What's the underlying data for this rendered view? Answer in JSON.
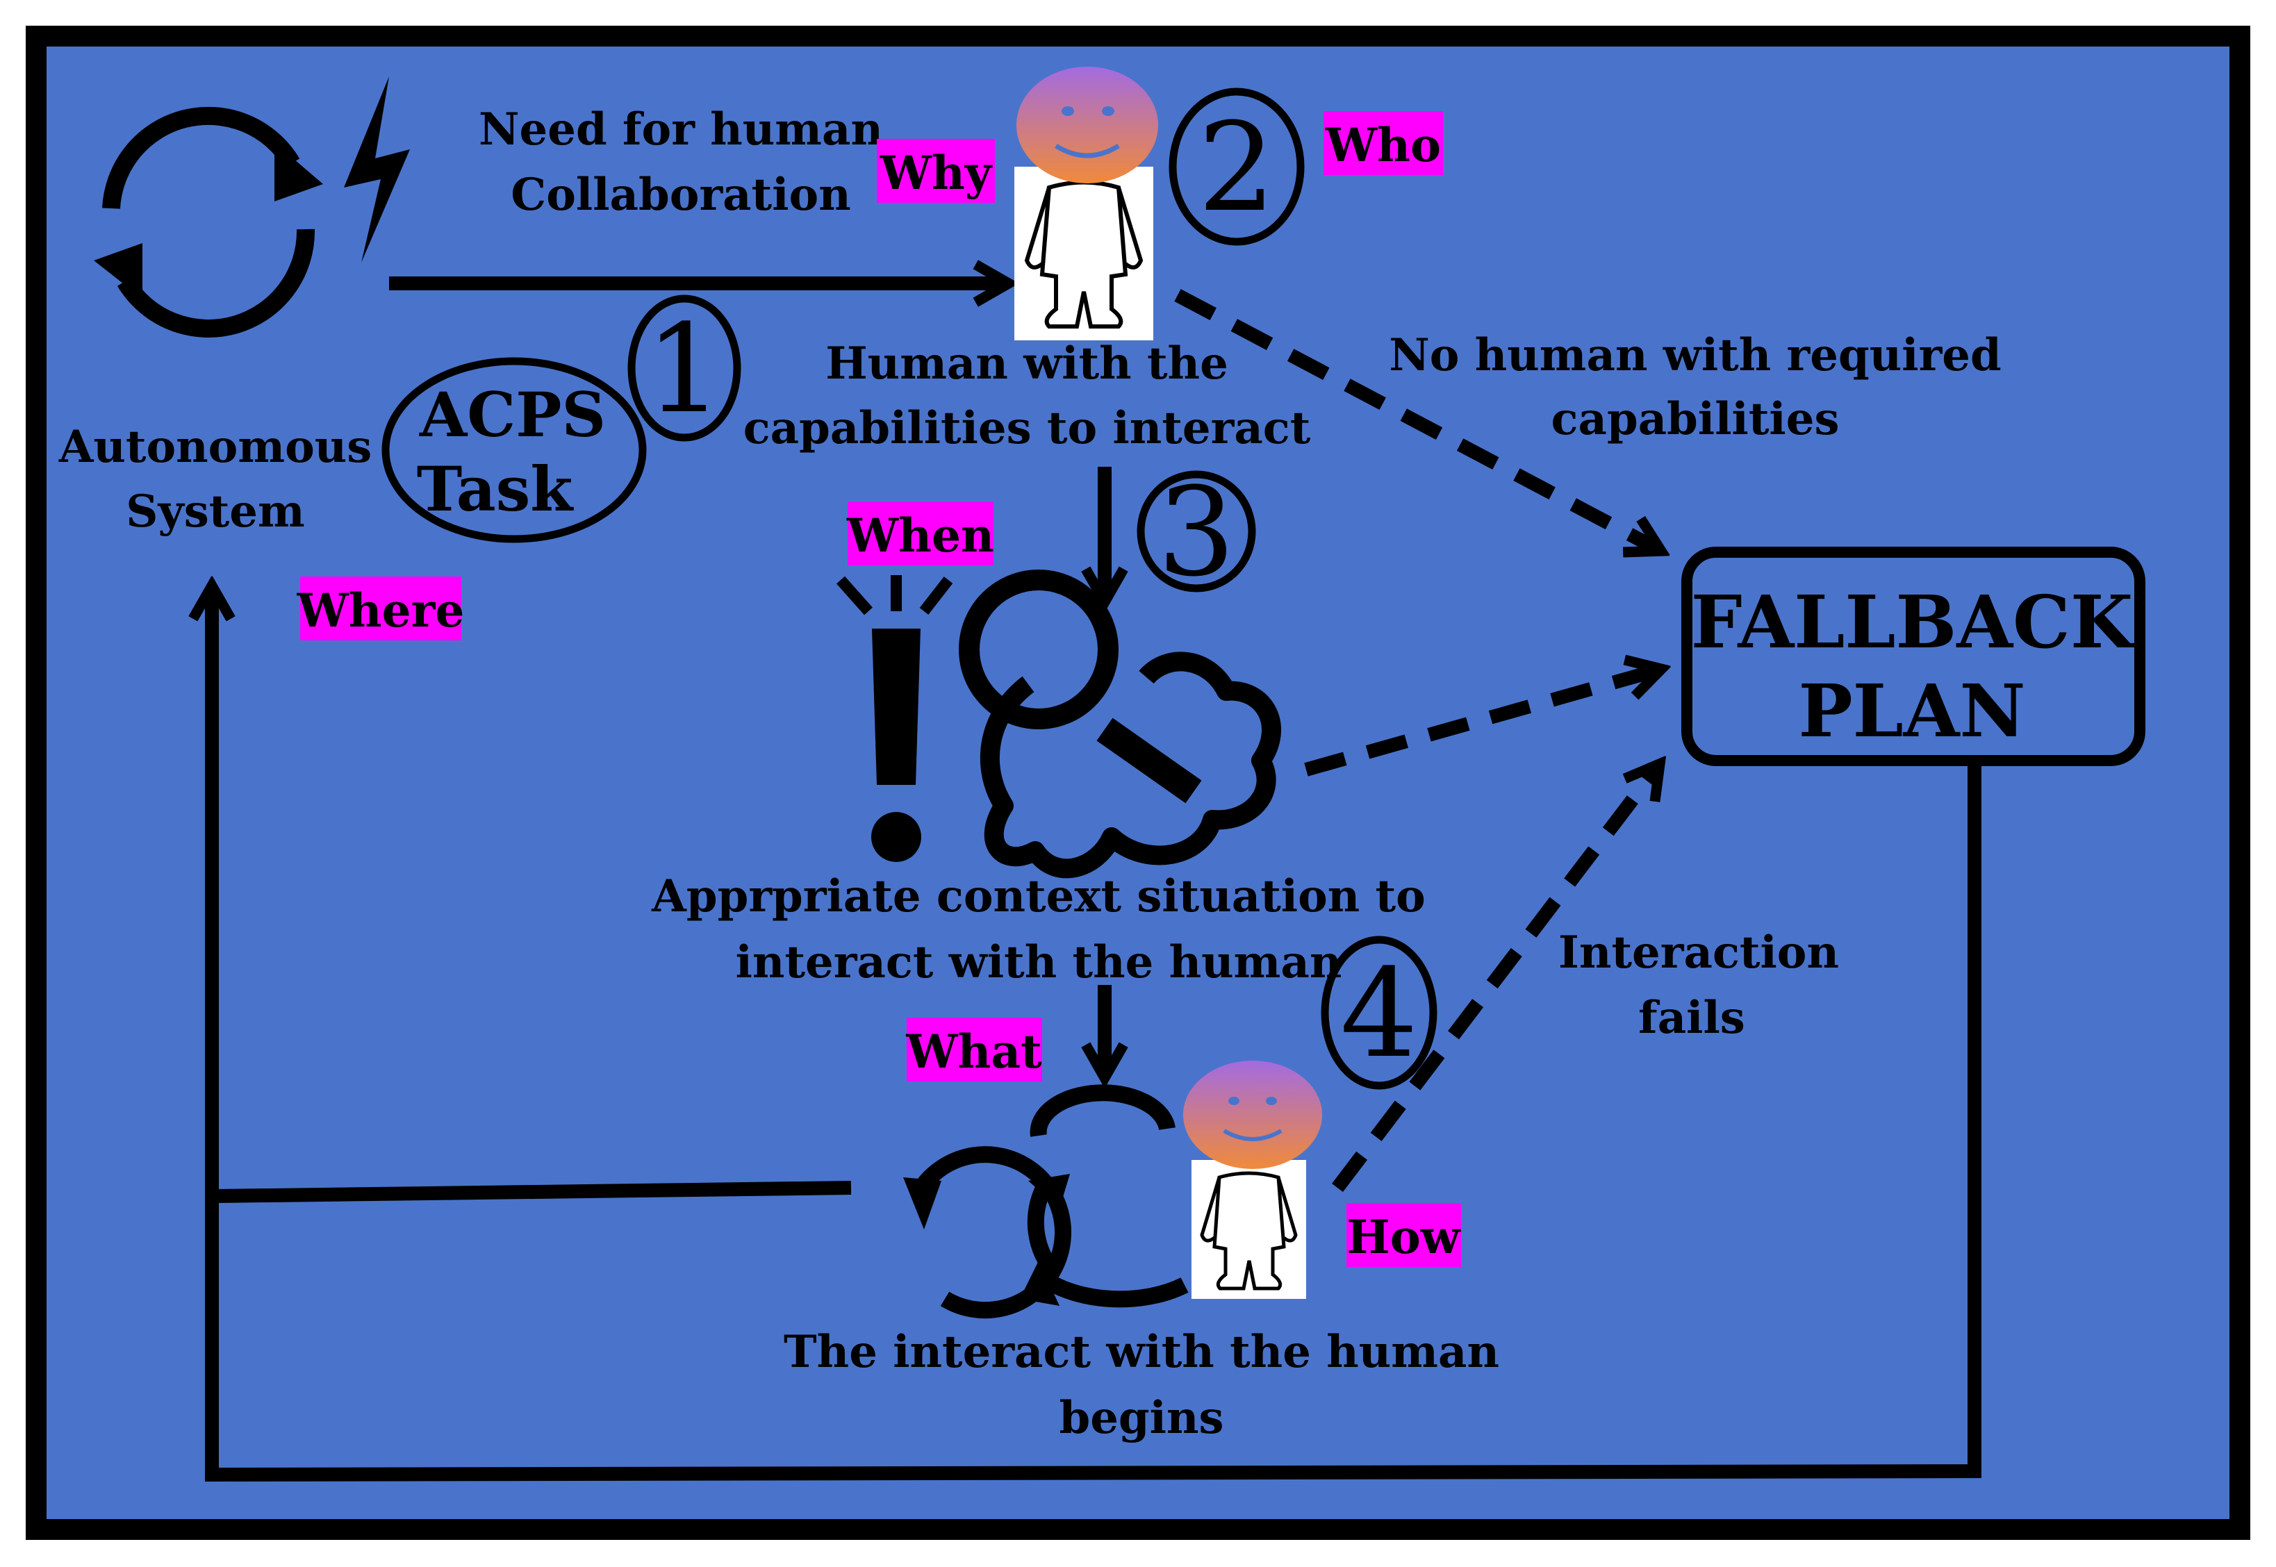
{
  "colors": {
    "background": "#4A74CB",
    "frame": "#000000",
    "highlight": "#FF00FF",
    "face_top": "#A36BE0",
    "face_bottom": "#F08A3A"
  },
  "labels": {
    "need_line1": "Need for human",
    "need_line2": "Collaboration",
    "autonomous_line1": "Autonomous",
    "autonomous_line2": "System",
    "acps_line1": "ACPS",
    "acps_line2": "Task",
    "human_cap_line1": "Human with the",
    "human_cap_line2": "capabilities to interact",
    "no_human_line1": "No human with required",
    "no_human_line2": "capabilities",
    "context_line1": "Apprpriate context situation to",
    "context_line2": "interact with the human",
    "fails_line1": "Interaction",
    "fails_line2": "fails",
    "begins_line1": "The interact with the human",
    "begins_line2": "begins",
    "fallback_line1": "FALLBACK",
    "fallback_line2": "PLAN"
  },
  "tags": {
    "why": "Why",
    "who": "Who",
    "when": "When",
    "where": "Where",
    "what": "What",
    "how": "How"
  },
  "steps": [
    "1",
    "2",
    "3",
    "4"
  ],
  "icons": [
    "refresh-cycle-icon",
    "lightning-icon",
    "smiley-face-icon",
    "person-figure-icon",
    "exclamation-icon",
    "magnifier-cloud-icon"
  ]
}
